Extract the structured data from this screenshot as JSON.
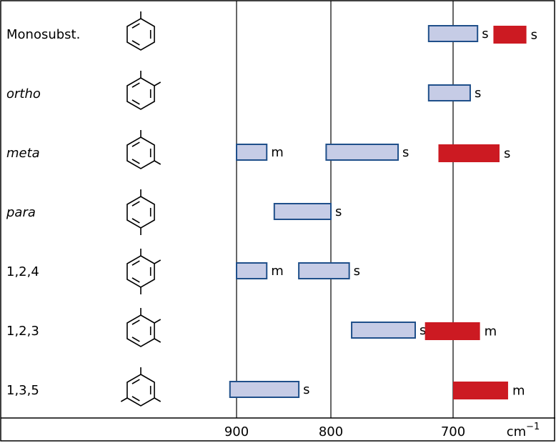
{
  "axis": {
    "ticks": [
      900,
      800,
      700
    ],
    "unit_base": "cm",
    "unit_exp": "−1"
  },
  "colors": {
    "box_fill": "#c6cce6",
    "box_stroke": "#1f4f8a",
    "red": "#cc1a22"
  },
  "rows": [
    {
      "label": "Monosubst.",
      "italic": false,
      "subs": [
        0
      ],
      "bands": [
        {
          "from": 720,
          "to": 680,
          "type": "blue",
          "intensity": "s"
        },
        {
          "from": 667,
          "to": 640,
          "type": "red",
          "intensity": "s"
        }
      ]
    },
    {
      "label": "ortho",
      "italic": true,
      "subs": [
        0,
        1
      ],
      "bands": [
        {
          "from": 720,
          "to": 686,
          "type": "blue",
          "intensity": "s"
        }
      ]
    },
    {
      "label": "meta",
      "italic": true,
      "subs": [
        0,
        2
      ],
      "bands": [
        {
          "from": 900,
          "to": 868,
          "type": "blue",
          "intensity": "m"
        },
        {
          "from": 805,
          "to": 745,
          "type": "blue",
          "intensity": "s"
        },
        {
          "from": 712,
          "to": 662,
          "type": "red",
          "intensity": "s"
        }
      ]
    },
    {
      "label": "para",
      "italic": true,
      "subs": [
        0,
        3
      ],
      "bands": [
        {
          "from": 860,
          "to": 800,
          "type": "blue",
          "intensity": "s"
        }
      ]
    },
    {
      "label": "1,2,4",
      "italic": false,
      "subs": [
        0,
        1,
        3
      ],
      "bands": [
        {
          "from": 900,
          "to": 868,
          "type": "blue",
          "intensity": "m"
        },
        {
          "from": 834,
          "to": 785,
          "type": "blue",
          "intensity": "s"
        }
      ]
    },
    {
      "label": "1,2,3",
      "italic": false,
      "subs": [
        0,
        1,
        2
      ],
      "bands": [
        {
          "from": 783,
          "to": 731,
          "type": "blue",
          "intensity": "s"
        },
        {
          "from": 723,
          "to": 678,
          "type": "red",
          "intensity": "m"
        }
      ]
    },
    {
      "label": "1,3,5",
      "italic": false,
      "subs": [
        0,
        2,
        4
      ],
      "bands": [
        {
          "from": 907,
          "to": 834,
          "type": "blue",
          "intensity": "s"
        },
        {
          "from": 700,
          "to": 655,
          "type": "red",
          "intensity": "m"
        }
      ]
    }
  ]
}
